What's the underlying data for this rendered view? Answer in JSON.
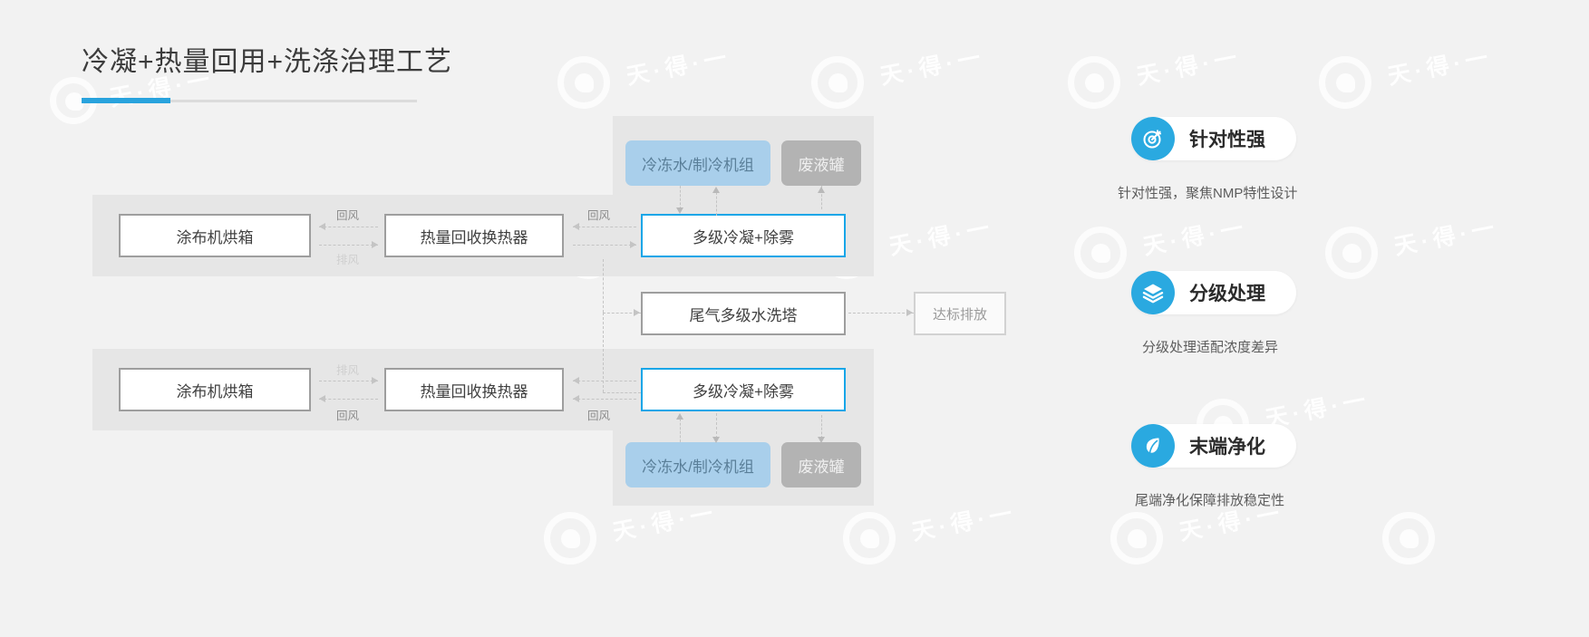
{
  "page": {
    "title": "冷凝+热量回用+洗涤治理工艺",
    "accent_color": "#29a3dd",
    "background_color": "#f2f2f2",
    "watermark_text": "天·得·一"
  },
  "diagram": {
    "top_row": {
      "oven": "涂布机烘箱",
      "exchanger": "热量回收换热器",
      "condenser": "多级冷凝+除雾",
      "chiller": "冷冻水/制冷机组",
      "waste_tank": "废液罐",
      "label_return_1": "回风",
      "label_exhaust_1": "排风",
      "label_return_2": "回风"
    },
    "bottom_row": {
      "oven": "涂布机烘箱",
      "exchanger": "热量回收换热器",
      "condenser": "多级冷凝+除雾",
      "chiller": "冷冻水/制冷机组",
      "waste_tank": "废液罐",
      "label_exhaust_1": "排风",
      "label_return_1": "回风",
      "label_return_2": "回风"
    },
    "middle_row": {
      "scrubber": "尾气多级水洗塔",
      "discharge": "达标排放"
    }
  },
  "features": [
    {
      "icon": "target-icon",
      "title": "针对性强",
      "desc": "针对性强，聚焦NMP特性设计"
    },
    {
      "icon": "layers-icon",
      "title": "分级处理",
      "desc": "分级处理适配浓度差异"
    },
    {
      "icon": "leaf-icon",
      "title": "末端净化",
      "desc": "尾端净化保障排放稳定性"
    }
  ]
}
